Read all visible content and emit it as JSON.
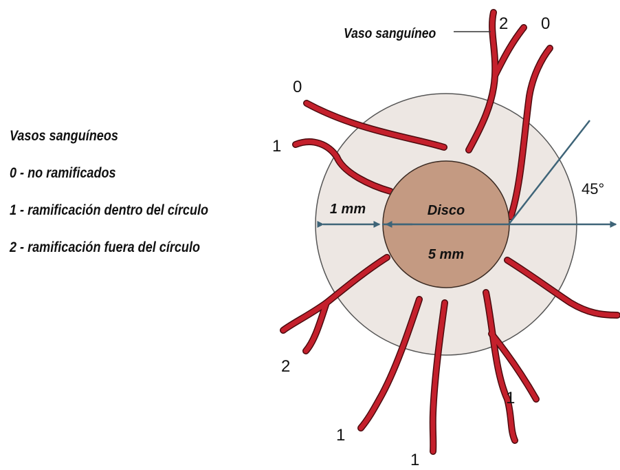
{
  "legend": {
    "title": "Vasos sanguíneos",
    "items": [
      "0 - no ramificados",
      "1 - ramificación dentro del círculo",
      "2 - ramificación fuera del círculo"
    ]
  },
  "labels": {
    "vessel": "Vaso sanguíneo",
    "disc": "Disco",
    "disc_size": "5 mm",
    "ring_width": "1 mm",
    "angle": "45°"
  },
  "vessel_scores": {
    "top_center": "2",
    "top_right": "0",
    "upper_left": "0",
    "left": "1",
    "lower_left": "2",
    "bottom_left": "1",
    "bottom_center": "1",
    "bottom_right": "1"
  },
  "colors": {
    "vessel": "#c4202c",
    "vessel_outline": "#4a0a0e",
    "disc": "#c49a82",
    "outer_ring": "#ede7e3",
    "arrow": "#3e6478"
  }
}
